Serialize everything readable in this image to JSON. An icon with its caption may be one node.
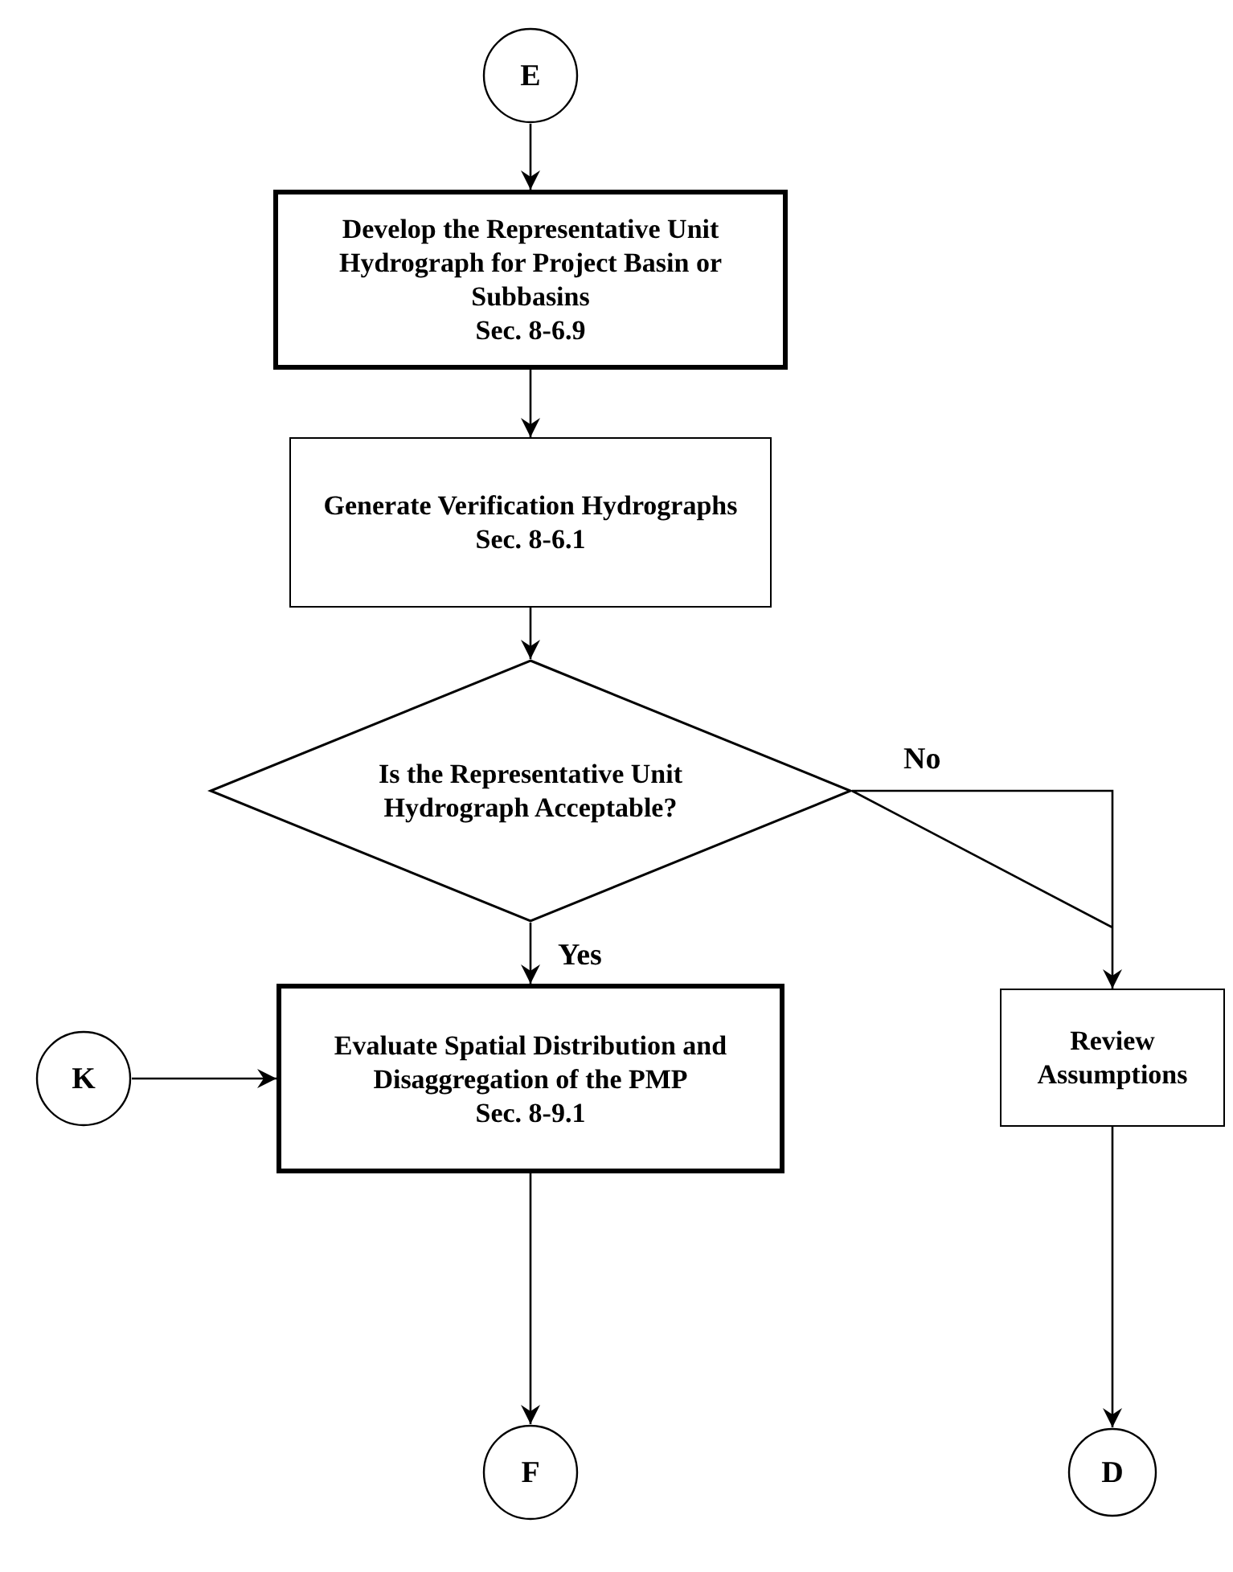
{
  "diagram": {
    "nodes": [
      {
        "text": [
          "E"
        ]
      },
      {
        "text": [
          "Develop the Representative Unit Hydrograph for Project Basin or Subbasins",
          "Sec.  8-6.9"
        ]
      },
      {
        "text": [
          "Generate Verification Hydrographs",
          "Sec.  8-6.1"
        ]
      },
      {
        "text": [
          "Is the Representative Unit Hydrograph Acceptable?"
        ]
      },
      {
        "text": [
          "Evaluate Spatial Distribution and Disaggregation of the PMP",
          "Sec.  8-9.1"
        ]
      },
      {
        "text": [
          "K"
        ]
      },
      {
        "text": [
          "Review Assumptions"
        ]
      },
      {
        "text": [
          "F"
        ]
      },
      {
        "text": [
          "D"
        ]
      }
    ],
    "edges": [
      {
        "from": 0,
        "to": 1,
        "arrow": "to"
      },
      {
        "from": 1,
        "to": 2,
        "arrow": "to"
      },
      {
        "from": 2,
        "to": 3,
        "arrow": "to"
      },
      {
        "from": 3,
        "to": 6,
        "arrow": "to",
        "label": "No"
      },
      {
        "from": 3,
        "to": 4,
        "arrow": "to",
        "label": "Yes"
      },
      {
        "from": 5,
        "to": 4,
        "arrow": "to"
      },
      {
        "from": 4,
        "to": 7,
        "arrow": "to"
      },
      {
        "from": 6,
        "to": 8,
        "arrow": "to"
      }
    ]
  }
}
